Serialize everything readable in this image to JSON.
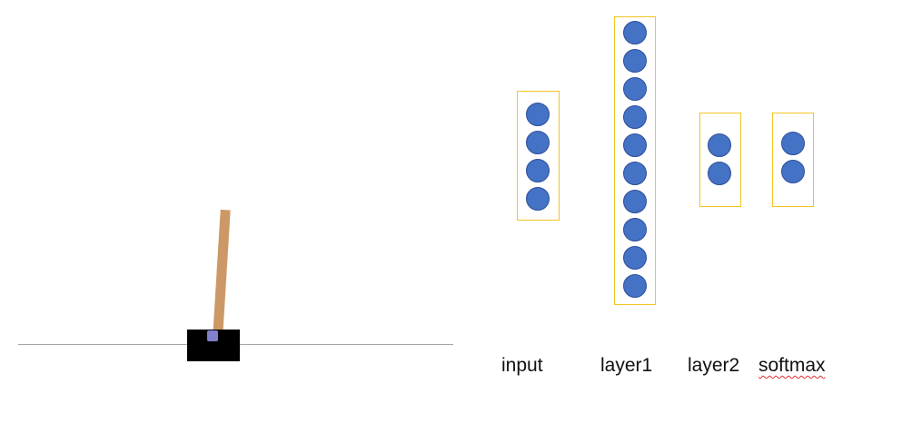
{
  "colors": {
    "cart": "#000000",
    "pole": "#cc9966",
    "axle": "#8080cc",
    "track": "#a6a6a6",
    "neuron_fill": "#4472c4",
    "neuron_border": "#2e4f9b",
    "layer_box": "#f2c522",
    "spellcheck_underline": "#e03030"
  },
  "layers": [
    {
      "id": "input",
      "label": "input",
      "neurons": 4
    },
    {
      "id": "layer1",
      "label": "layer1",
      "neurons": 10
    },
    {
      "id": "layer2",
      "label": "layer2",
      "neurons": 2
    },
    {
      "id": "softmax",
      "label": "softmax",
      "neurons": 2
    }
  ]
}
